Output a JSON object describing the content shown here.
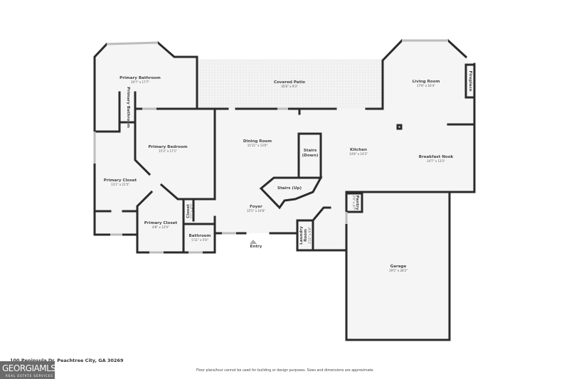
{
  "address": "100 Peninsula Dr, Peachtree City, GA 30269",
  "disclaimer": "Floor plans/tour cannot be used for building or design purposes. Sizes and dimensions are approximate.",
  "logo": {
    "name": "GEORGIAMLS",
    "tagline": "REAL ESTATE SERVICES"
  },
  "rooms": {
    "primary_bathroom": {
      "label": "Primary Bathroom",
      "dims": "19'7\" x 17'7\""
    },
    "primary_bathroom_small": {
      "label": "Primary Bathroom"
    },
    "primary_bedroom": {
      "label": "Primary Bedroom",
      "dims": "15'3\" x 17'1\""
    },
    "primary_closet_1": {
      "label": "Primary Closet",
      "dims": "13'1\" x 21'5\""
    },
    "primary_closet_2": {
      "label": "Primary Closet",
      "dims": "8'8\" x 12'9\""
    },
    "closet": {
      "label": "Closet",
      "dims": "7'1\" x 4'5\""
    },
    "bathroom": {
      "label": "Bathroom",
      "dims": "5'11\" x 5'6\""
    },
    "covered_patio": {
      "label": "Covered Patio",
      "dims": "35'8\" x 9'3\""
    },
    "dining_room": {
      "label": "Dining Room",
      "dims": "15'11\" x 13'0\""
    },
    "stairs_down": {
      "label1": "Stairs",
      "label2": "(Down)"
    },
    "stairs_up": {
      "label": "Stairs (Up)"
    },
    "foyer": {
      "label": "Foyer",
      "dims": "15'5\" x 10'6\""
    },
    "entry": {
      "label": "Entry"
    },
    "laundry": {
      "label1": "Laundry",
      "label2": "Room",
      "dims": "2'11\" x 5'8\""
    },
    "kitchen": {
      "label": "Kitchen",
      "dims": "14'8\" x 14'2\""
    },
    "pantry": {
      "label": "Pantry",
      "dims": "2'9\" x 4'7\""
    },
    "living_room": {
      "label": "Living Room",
      "dims": "17'8\" x 16'4\""
    },
    "fireplace": {
      "label": "Fireplace"
    },
    "breakfast_nook": {
      "label": "Breakfast Nook",
      "dims": "14'7\" x 13'2\""
    },
    "garage": {
      "label": "Garage",
      "dims": "19'5\" x 28'2\""
    }
  }
}
